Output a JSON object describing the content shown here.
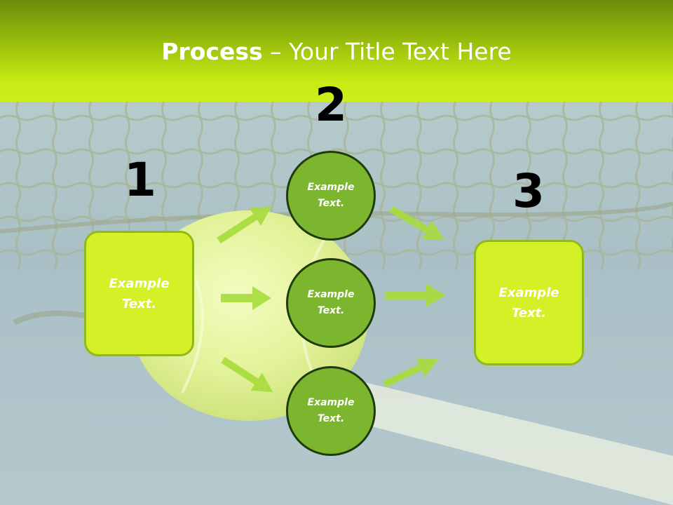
{
  "slide": {
    "title_bold": "Process",
    "title_rest": " – Your Title Text Here",
    "background_photo": "tennis-ball-net-court",
    "colors": {
      "header": "#c6ea14",
      "box_fill": "#d3f126",
      "circle_fill": "#7cb62e",
      "arrow": "#a6dc3a"
    }
  },
  "steps": {
    "one": {
      "number": "1",
      "text": "Example Text."
    },
    "two": {
      "number": "2",
      "items": [
        "Example Text.",
        "Example Text.",
        "Example Text."
      ]
    },
    "three": {
      "number": "3",
      "text": "Example Text."
    }
  }
}
